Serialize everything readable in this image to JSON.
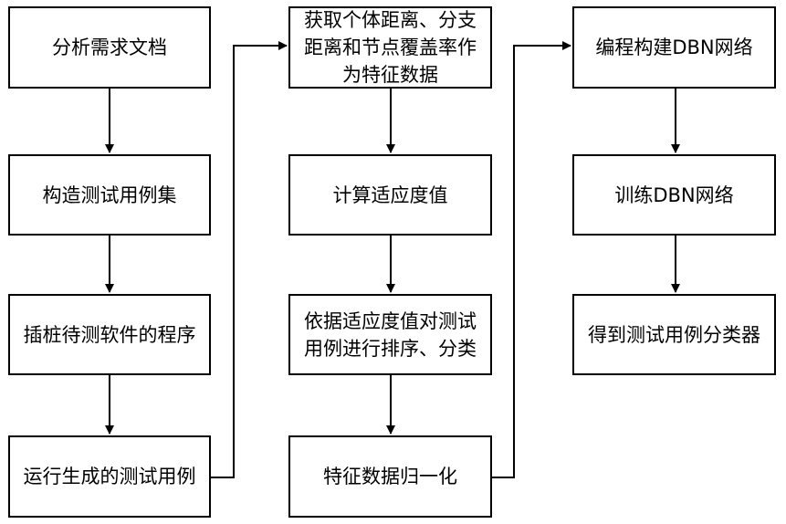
{
  "diagram": {
    "columns": [
      {
        "steps": [
          {
            "label": "分析需求文档"
          },
          {
            "label": "构造测试用例集"
          },
          {
            "label": "插桩待测软件的程序"
          },
          {
            "label": "运行生成的测试用例"
          }
        ]
      },
      {
        "steps": [
          {
            "label": "获取个体距离、分支距离和节点覆盖率作为特征数据"
          },
          {
            "label": "计算适应度值"
          },
          {
            "label": "依据适应度值对测试用例进行排序、分类"
          },
          {
            "label": "特征数据归一化"
          }
        ]
      },
      {
        "steps": [
          {
            "label": "编程构建DBN网络"
          },
          {
            "label": "训练DBN网络"
          },
          {
            "label": "得到测试用例分类器"
          }
        ]
      }
    ]
  }
}
